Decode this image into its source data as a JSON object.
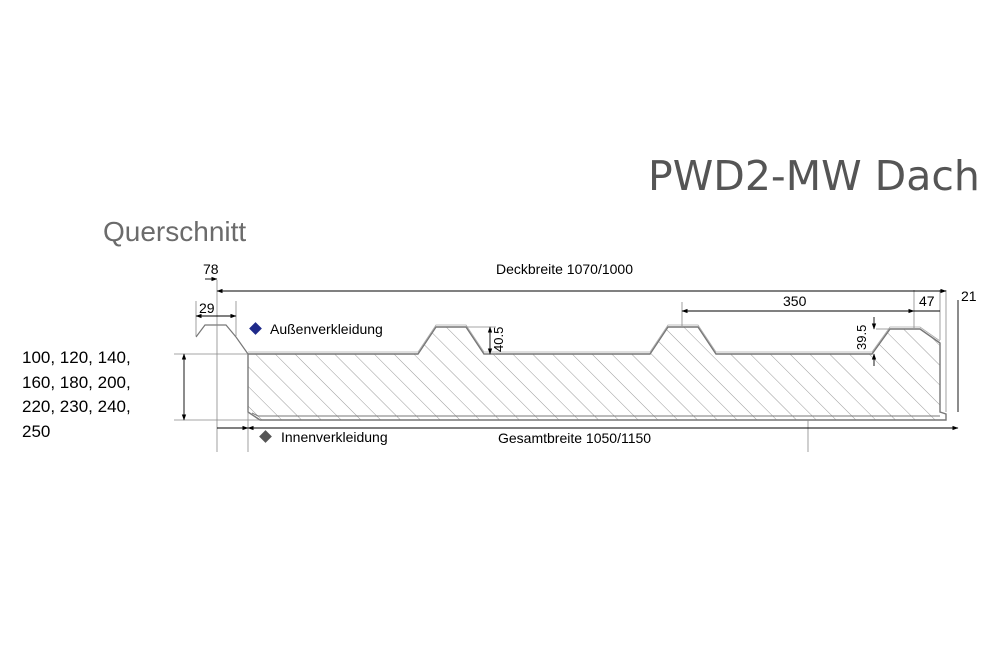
{
  "title": "PWD2-MW Dach",
  "subtitle": "Querschnitt",
  "thickness_lines": [
    "100, 120, 140,",
    "160, 180, 200,",
    "220, 230, 240,",
    "250"
  ],
  "dimensions": {
    "rib_width": "78",
    "rib_top": "29",
    "deck_width": "Deckbreite 1070/1000",
    "rib_spacing": "350",
    "edge_width": "47",
    "edge_height": "21",
    "rib_height_1": "40.5",
    "rib_height_2": "39.5",
    "total_width": "Gesamtbreite 1050/1150"
  },
  "legend": {
    "outer": "Außenverkleidung",
    "inner": "Innenverkleidung",
    "outer_color": "#1f2a8a",
    "inner_color": "#555555"
  },
  "colors": {
    "title": "#555555",
    "subtitle": "#6b6b6b",
    "outline": "#777777",
    "hatch": "#9a9a9a",
    "dimension": "#000000"
  }
}
